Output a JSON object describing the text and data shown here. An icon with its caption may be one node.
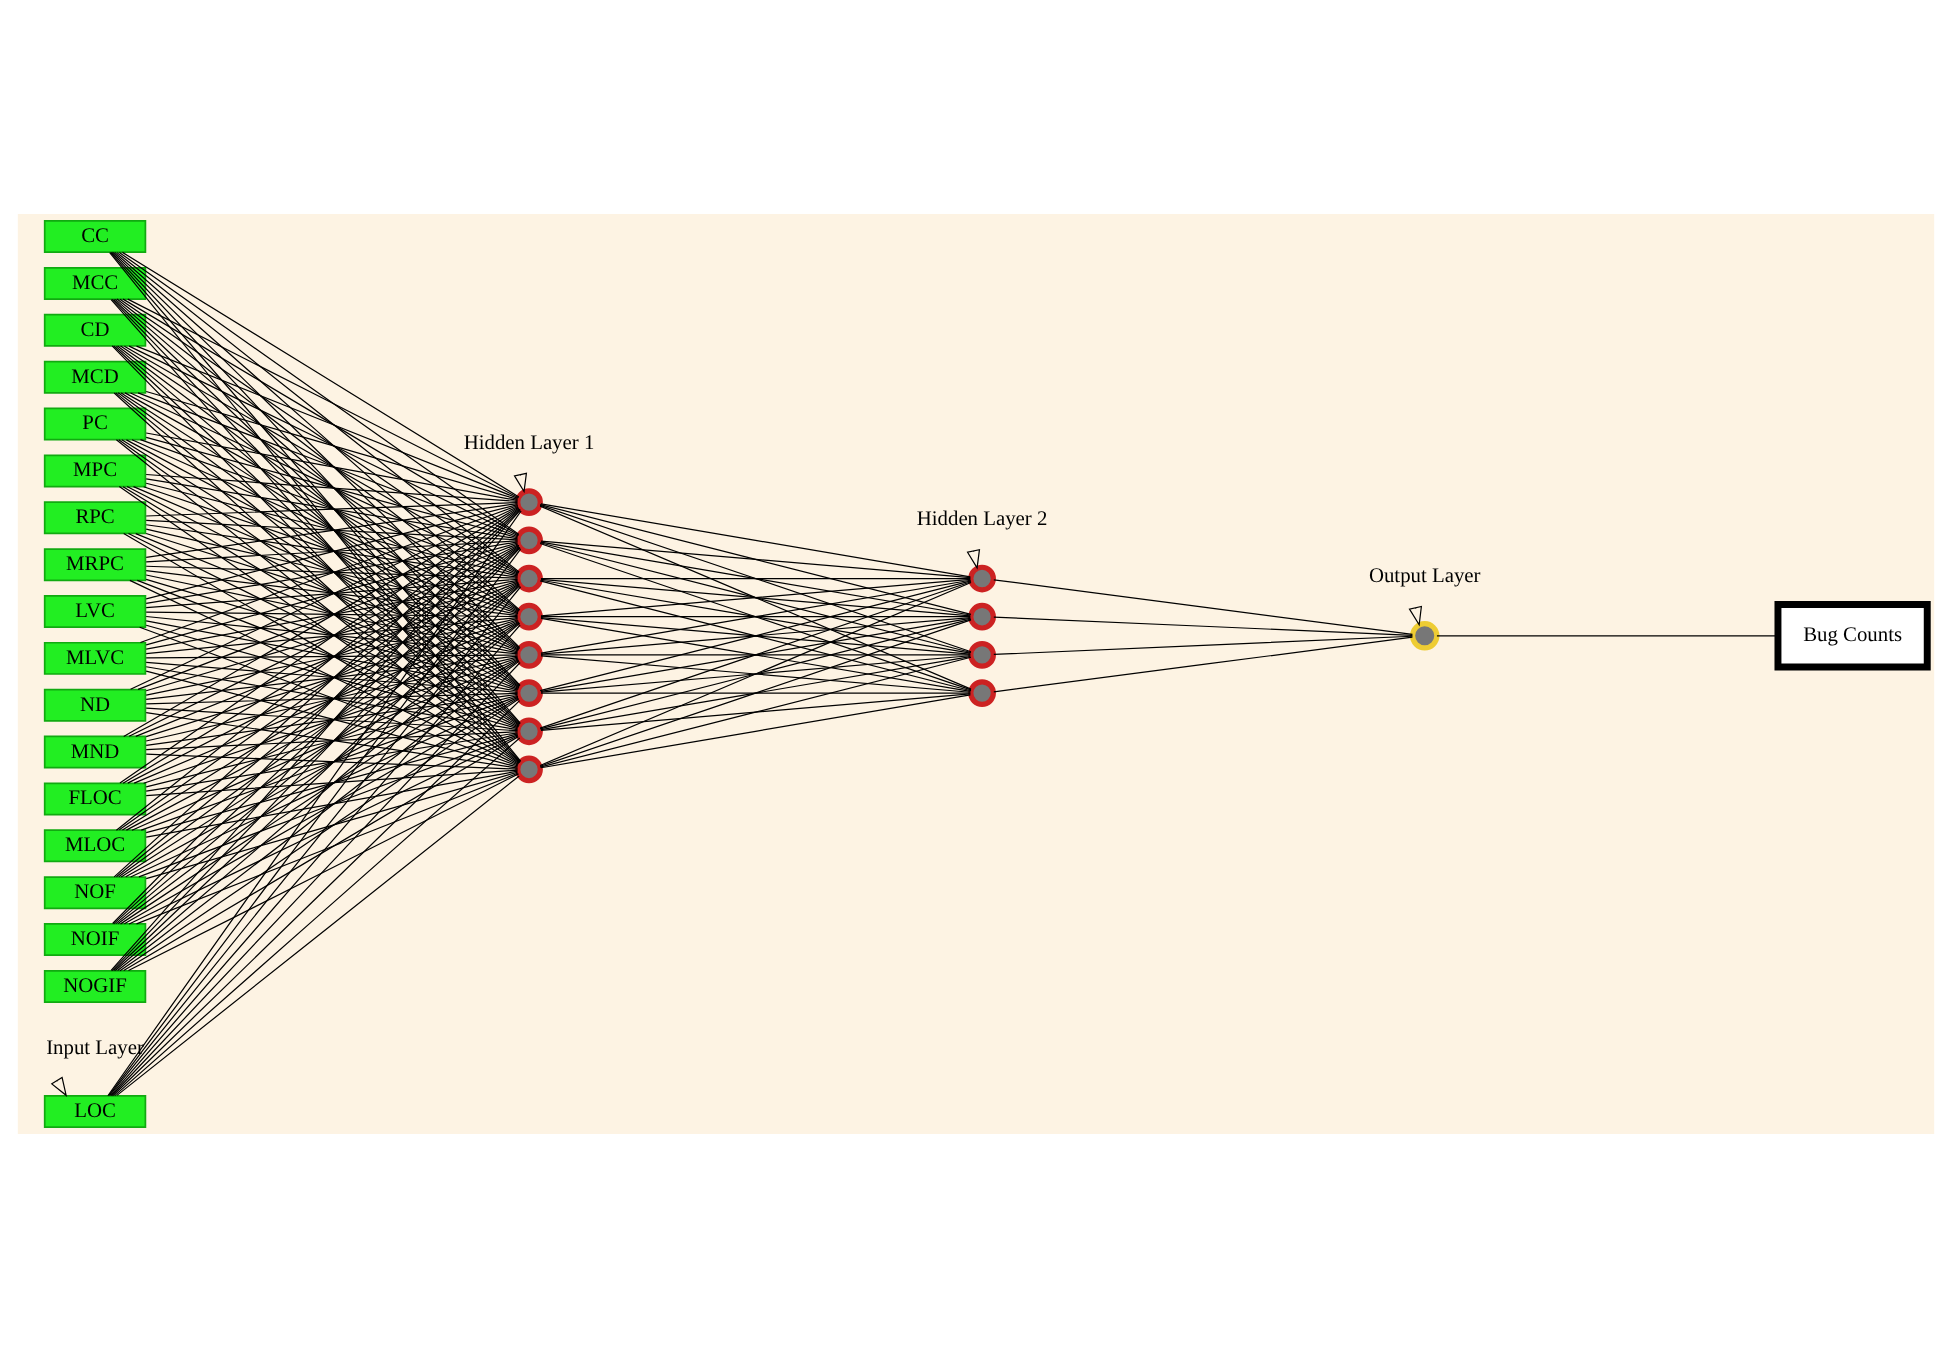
{
  "diagram": {
    "nodes": [
      {
        "text": [
          "CC"
        ]
      },
      {
        "text": [
          "MCC"
        ]
      },
      {
        "text": [
          "CD"
        ]
      },
      {
        "text": [
          "MCD"
        ]
      },
      {
        "text": [
          "PC"
        ]
      },
      {
        "text": [
          "MPC"
        ]
      },
      {
        "text": [
          "RPC"
        ]
      },
      {
        "text": [
          "MRPC"
        ]
      },
      {
        "text": [
          "LVC"
        ]
      },
      {
        "text": [
          "MLVC"
        ]
      },
      {
        "text": [
          "ND"
        ]
      },
      {
        "text": [
          "MND"
        ]
      },
      {
        "text": [
          "FLOC"
        ]
      },
      {
        "text": [
          "MLOC"
        ]
      },
      {
        "text": [
          "NOF"
        ]
      },
      {
        "text": [
          "NOIF"
        ]
      },
      {
        "text": [
          "NOGIF"
        ]
      },
      {
        "text": [
          "LOC"
        ]
      },
      {
        "text": [],
        "shape": "circle"
      },
      {
        "text": [],
        "shape": "circle"
      },
      {
        "text": [],
        "shape": "circle"
      },
      {
        "text": [],
        "shape": "circle"
      },
      {
        "text": [],
        "shape": "circle"
      },
      {
        "text": [],
        "shape": "circle"
      },
      {
        "text": [],
        "shape": "circle"
      },
      {
        "text": [],
        "shape": "circle"
      },
      {
        "text": [],
        "shape": "circle"
      },
      {
        "text": [],
        "shape": "circle"
      },
      {
        "text": [],
        "shape": "circle"
      },
      {
        "text": [],
        "shape": "circle"
      },
      {
        "text": [],
        "shape": "circle"
      },
      {
        "text": [
          "Bug Counts"
        ]
      },
      {
        "text": [
          "Hidden Layer 1"
        ]
      },
      {
        "text": [
          "Hidden Layer 2"
        ]
      },
      {
        "text": [
          "Output Layer"
        ]
      },
      {
        "text": [
          "Input Layer"
        ]
      }
    ],
    "edges": [
      {
        "from": 0,
        "to": 18,
        "arrow": "none"
      },
      {
        "from": 0,
        "to": 19,
        "arrow": "none"
      },
      {
        "from": 0,
        "to": 20,
        "arrow": "none"
      },
      {
        "from": 0,
        "to": 21,
        "arrow": "none"
      },
      {
        "from": 0,
        "to": 22,
        "arrow": "none"
      },
      {
        "from": 0,
        "to": 23,
        "arrow": "none"
      },
      {
        "from": 0,
        "to": 24,
        "arrow": "none"
      },
      {
        "from": 0,
        "to": 25,
        "arrow": "none"
      },
      {
        "from": 1,
        "to": 18,
        "arrow": "none"
      },
      {
        "from": 1,
        "to": 19,
        "arrow": "none"
      },
      {
        "from": 1,
        "to": 20,
        "arrow": "none"
      },
      {
        "from": 1,
        "to": 21,
        "arrow": "none"
      },
      {
        "from": 1,
        "to": 22,
        "arrow": "none"
      },
      {
        "from": 1,
        "to": 23,
        "arrow": "none"
      },
      {
        "from": 1,
        "to": 24,
        "arrow": "none"
      },
      {
        "from": 1,
        "to": 25,
        "arrow": "none"
      },
      {
        "from": 2,
        "to": 18,
        "arrow": "none"
      },
      {
        "from": 2,
        "to": 19,
        "arrow": "none"
      },
      {
        "from": 2,
        "to": 20,
        "arrow": "none"
      },
      {
        "from": 2,
        "to": 21,
        "arrow": "none"
      },
      {
        "from": 2,
        "to": 22,
        "arrow": "none"
      },
      {
        "from": 2,
        "to": 23,
        "arrow": "none"
      },
      {
        "from": 2,
        "to": 24,
        "arrow": "none"
      },
      {
        "from": 2,
        "to": 25,
        "arrow": "none"
      },
      {
        "from": 3,
        "to": 18,
        "arrow": "none"
      },
      {
        "from": 3,
        "to": 19,
        "arrow": "none"
      },
      {
        "from": 3,
        "to": 20,
        "arrow": "none"
      },
      {
        "from": 3,
        "to": 21,
        "arrow": "none"
      },
      {
        "from": 3,
        "to": 22,
        "arrow": "none"
      },
      {
        "from": 3,
        "to": 23,
        "arrow": "none"
      },
      {
        "from": 3,
        "to": 24,
        "arrow": "none"
      },
      {
        "from": 3,
        "to": 25,
        "arrow": "none"
      },
      {
        "from": 4,
        "to": 18,
        "arrow": "none"
      },
      {
        "from": 4,
        "to": 19,
        "arrow": "none"
      },
      {
        "from": 4,
        "to": 20,
        "arrow": "none"
      },
      {
        "from": 4,
        "to": 21,
        "arrow": "none"
      },
      {
        "from": 4,
        "to": 22,
        "arrow": "none"
      },
      {
        "from": 4,
        "to": 23,
        "arrow": "none"
      },
      {
        "from": 4,
        "to": 24,
        "arrow": "none"
      },
      {
        "from": 4,
        "to": 25,
        "arrow": "none"
      },
      {
        "from": 5,
        "to": 18,
        "arrow": "none"
      },
      {
        "from": 5,
        "to": 19,
        "arrow": "none"
      },
      {
        "from": 5,
        "to": 20,
        "arrow": "none"
      },
      {
        "from": 5,
        "to": 21,
        "arrow": "none"
      },
      {
        "from": 5,
        "to": 22,
        "arrow": "none"
      },
      {
        "from": 5,
        "to": 23,
        "arrow": "none"
      },
      {
        "from": 5,
        "to": 24,
        "arrow": "none"
      },
      {
        "from": 5,
        "to": 25,
        "arrow": "none"
      },
      {
        "from": 6,
        "to": 18,
        "arrow": "none"
      },
      {
        "from": 6,
        "to": 19,
        "arrow": "none"
      },
      {
        "from": 6,
        "to": 20,
        "arrow": "none"
      },
      {
        "from": 6,
        "to": 21,
        "arrow": "none"
      },
      {
        "from": 6,
        "to": 22,
        "arrow": "none"
      },
      {
        "from": 6,
        "to": 23,
        "arrow": "none"
      },
      {
        "from": 6,
        "to": 24,
        "arrow": "none"
      },
      {
        "from": 6,
        "to": 25,
        "arrow": "none"
      },
      {
        "from": 7,
        "to": 18,
        "arrow": "none"
      },
      {
        "from": 7,
        "to": 19,
        "arrow": "none"
      },
      {
        "from": 7,
        "to": 20,
        "arrow": "none"
      },
      {
        "from": 7,
        "to": 21,
        "arrow": "none"
      },
      {
        "from": 7,
        "to": 22,
        "arrow": "none"
      },
      {
        "from": 7,
        "to": 23,
        "arrow": "none"
      },
      {
        "from": 7,
        "to": 24,
        "arrow": "none"
      },
      {
        "from": 7,
        "to": 25,
        "arrow": "none"
      },
      {
        "from": 8,
        "to": 18,
        "arrow": "none"
      },
      {
        "from": 8,
        "to": 19,
        "arrow": "none"
      },
      {
        "from": 8,
        "to": 20,
        "arrow": "none"
      },
      {
        "from": 8,
        "to": 21,
        "arrow": "none"
      },
      {
        "from": 8,
        "to": 22,
        "arrow": "none"
      },
      {
        "from": 8,
        "to": 23,
        "arrow": "none"
      },
      {
        "from": 8,
        "to": 24,
        "arrow": "none"
      },
      {
        "from": 8,
        "to": 25,
        "arrow": "none"
      },
      {
        "from": 9,
        "to": 18,
        "arrow": "none"
      },
      {
        "from": 9,
        "to": 19,
        "arrow": "none"
      },
      {
        "from": 9,
        "to": 20,
        "arrow": "none"
      },
      {
        "from": 9,
        "to": 21,
        "arrow": "none"
      },
      {
        "from": 9,
        "to": 22,
        "arrow": "none"
      },
      {
        "from": 9,
        "to": 23,
        "arrow": "none"
      },
      {
        "from": 9,
        "to": 24,
        "arrow": "none"
      },
      {
        "from": 9,
        "to": 25,
        "arrow": "none"
      },
      {
        "from": 10,
        "to": 18,
        "arrow": "none"
      },
      {
        "from": 10,
        "to": 19,
        "arrow": "none"
      },
      {
        "from": 10,
        "to": 20,
        "arrow": "none"
      },
      {
        "from": 10,
        "to": 21,
        "arrow": "none"
      },
      {
        "from": 10,
        "to": 22,
        "arrow": "none"
      },
      {
        "from": 10,
        "to": 23,
        "arrow": "none"
      },
      {
        "from": 10,
        "to": 24,
        "arrow": "none"
      },
      {
        "from": 10,
        "to": 25,
        "arrow": "none"
      },
      {
        "from": 11,
        "to": 18,
        "arrow": "none"
      },
      {
        "from": 11,
        "to": 19,
        "arrow": "none"
      },
      {
        "from": 11,
        "to": 20,
        "arrow": "none"
      },
      {
        "from": 11,
        "to": 21,
        "arrow": "none"
      },
      {
        "from": 11,
        "to": 22,
        "arrow": "none"
      },
      {
        "from": 11,
        "to": 23,
        "arrow": "none"
      },
      {
        "from": 11,
        "to": 24,
        "arrow": "none"
      },
      {
        "from": 11,
        "to": 25,
        "arrow": "none"
      },
      {
        "from": 12,
        "to": 18,
        "arrow": "none"
      },
      {
        "from": 12,
        "to": 19,
        "arrow": "none"
      },
      {
        "from": 12,
        "to": 20,
        "arrow": "none"
      },
      {
        "from": 12,
        "to": 21,
        "arrow": "none"
      },
      {
        "from": 12,
        "to": 22,
        "arrow": "none"
      },
      {
        "from": 12,
        "to": 23,
        "arrow": "none"
      },
      {
        "from": 12,
        "to": 24,
        "arrow": "none"
      },
      {
        "from": 12,
        "to": 25,
        "arrow": "none"
      },
      {
        "from": 13,
        "to": 18,
        "arrow": "none"
      },
      {
        "from": 13,
        "to": 19,
        "arrow": "none"
      },
      {
        "from": 13,
        "to": 20,
        "arrow": "none"
      },
      {
        "from": 13,
        "to": 21,
        "arrow": "none"
      },
      {
        "from": 13,
        "to": 22,
        "arrow": "none"
      },
      {
        "from": 13,
        "to": 23,
        "arrow": "none"
      },
      {
        "from": 13,
        "to": 24,
        "arrow": "none"
      },
      {
        "from": 13,
        "to": 25,
        "arrow": "none"
      },
      {
        "from": 14,
        "to": 18,
        "arrow": "none"
      },
      {
        "from": 14,
        "to": 19,
        "arrow": "none"
      },
      {
        "from": 14,
        "to": 20,
        "arrow": "none"
      },
      {
        "from": 14,
        "to": 21,
        "arrow": "none"
      },
      {
        "from": 14,
        "to": 22,
        "arrow": "none"
      },
      {
        "from": 14,
        "to": 23,
        "arrow": "none"
      },
      {
        "from": 14,
        "to": 24,
        "arrow": "none"
      },
      {
        "from": 14,
        "to": 25,
        "arrow": "none"
      },
      {
        "from": 15,
        "to": 18,
        "arrow": "none"
      },
      {
        "from": 15,
        "to": 19,
        "arrow": "none"
      },
      {
        "from": 15,
        "to": 20,
        "arrow": "none"
      },
      {
        "from": 15,
        "to": 21,
        "arrow": "none"
      },
      {
        "from": 15,
        "to": 22,
        "arrow": "none"
      },
      {
        "from": 15,
        "to": 23,
        "arrow": "none"
      },
      {
        "from": 15,
        "to": 24,
        "arrow": "none"
      },
      {
        "from": 15,
        "to": 25,
        "arrow": "none"
      },
      {
        "from": 16,
        "to": 18,
        "arrow": "none"
      },
      {
        "from": 16,
        "to": 19,
        "arrow": "none"
      },
      {
        "from": 16,
        "to": 20,
        "arrow": "none"
      },
      {
        "from": 16,
        "to": 21,
        "arrow": "none"
      },
      {
        "from": 16,
        "to": 22,
        "arrow": "none"
      },
      {
        "from": 16,
        "to": 23,
        "arrow": "none"
      },
      {
        "from": 16,
        "to": 24,
        "arrow": "none"
      },
      {
        "from": 16,
        "to": 25,
        "arrow": "none"
      },
      {
        "from": 17,
        "to": 18,
        "arrow": "none"
      },
      {
        "from": 17,
        "to": 19,
        "arrow": "none"
      },
      {
        "from": 17,
        "to": 20,
        "arrow": "none"
      },
      {
        "from": 17,
        "to": 21,
        "arrow": "none"
      },
      {
        "from": 17,
        "to": 22,
        "arrow": "none"
      },
      {
        "from": 17,
        "to": 23,
        "arrow": "none"
      },
      {
        "from": 17,
        "to": 24,
        "arrow": "none"
      },
      {
        "from": 17,
        "to": 25,
        "arrow": "none"
      },
      {
        "from": 18,
        "to": 26,
        "arrow": "none"
      },
      {
        "from": 18,
        "to": 27,
        "arrow": "none"
      },
      {
        "from": 18,
        "to": 28,
        "arrow": "none"
      },
      {
        "from": 18,
        "to": 29,
        "arrow": "none"
      },
      {
        "from": 19,
        "to": 26,
        "arrow": "none"
      },
      {
        "from": 19,
        "to": 27,
        "arrow": "none"
      },
      {
        "from": 19,
        "to": 28,
        "arrow": "none"
      },
      {
        "from": 19,
        "to": 29,
        "arrow": "none"
      },
      {
        "from": 20,
        "to": 26,
        "arrow": "none"
      },
      {
        "from": 20,
        "to": 27,
        "arrow": "none"
      },
      {
        "from": 20,
        "to": 28,
        "arrow": "none"
      },
      {
        "from": 20,
        "to": 29,
        "arrow": "none"
      },
      {
        "from": 21,
        "to": 26,
        "arrow": "none"
      },
      {
        "from": 21,
        "to": 27,
        "arrow": "none"
      },
      {
        "from": 21,
        "to": 28,
        "arrow": "none"
      },
      {
        "from": 21,
        "to": 29,
        "arrow": "none"
      },
      {
        "from": 22,
        "to": 26,
        "arrow": "none"
      },
      {
        "from": 22,
        "to": 27,
        "arrow": "none"
      },
      {
        "from": 22,
        "to": 28,
        "arrow": "none"
      },
      {
        "from": 22,
        "to": 29,
        "arrow": "none"
      },
      {
        "from": 23,
        "to": 26,
        "arrow": "none"
      },
      {
        "from": 23,
        "to": 27,
        "arrow": "none"
      },
      {
        "from": 23,
        "to": 28,
        "arrow": "none"
      },
      {
        "from": 23,
        "to": 29,
        "arrow": "none"
      },
      {
        "from": 24,
        "to": 26,
        "arrow": "none"
      },
      {
        "from": 24,
        "to": 27,
        "arrow": "none"
      },
      {
        "from": 24,
        "to": 28,
        "arrow": "none"
      },
      {
        "from": 24,
        "to": 29,
        "arrow": "none"
      },
      {
        "from": 25,
        "to": 26,
        "arrow": "none"
      },
      {
        "from": 25,
        "to": 27,
        "arrow": "none"
      },
      {
        "from": 25,
        "to": 28,
        "arrow": "none"
      },
      {
        "from": 25,
        "to": 29,
        "arrow": "none"
      },
      {
        "from": 26,
        "to": 30,
        "arrow": "none"
      },
      {
        "from": 27,
        "to": 30,
        "arrow": "none"
      },
      {
        "from": 28,
        "to": 30,
        "arrow": "none"
      },
      {
        "from": 29,
        "to": 30,
        "arrow": "none"
      },
      {
        "from": 30,
        "to": 31,
        "arrow": "none"
      },
      {
        "from": 32,
        "to": 18,
        "arrow": "to"
      },
      {
        "from": 33,
        "to": 26,
        "arrow": "to"
      },
      {
        "from": 34,
        "to": 30,
        "arrow": "to"
      },
      {
        "from": 35,
        "to": 17,
        "arrow": "to"
      }
    ]
  }
}
